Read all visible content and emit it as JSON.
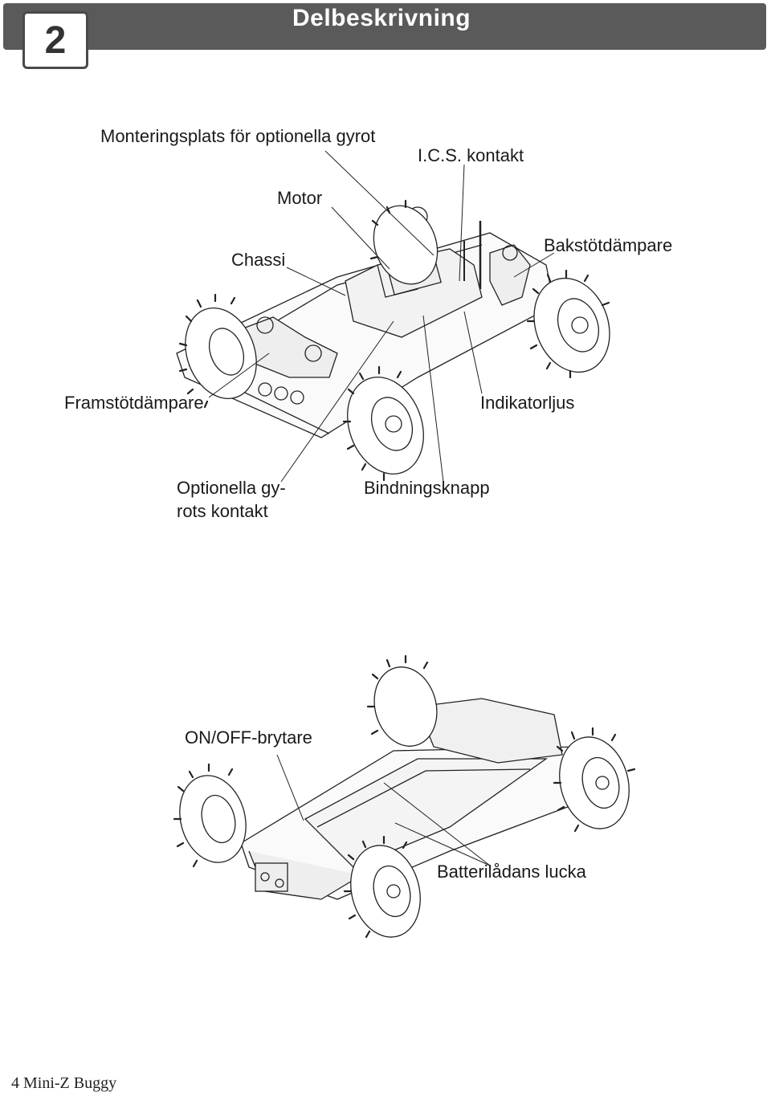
{
  "header": {
    "section_number": "2",
    "title": "Delbeskrivning"
  },
  "top_figure_labels": {
    "gyro_mount": "Monteringsplats för optionella gyrot",
    "ics_connector": "I.C.S. kontakt",
    "motor": "Motor",
    "chassis": "Chassi",
    "rear_damper": "Bakstötdämpare",
    "front_damper": "Framstötdämpare",
    "indicator": "Indikatorljus",
    "gyro_connector_line1": "Optionella gy-",
    "gyro_connector_line2": "rots kontakt",
    "bind_button": "Bindningsknapp"
  },
  "bottom_figure_labels": {
    "power_switch": "ON/OFF-brytare",
    "battery_cover": "Batterilådans lucka"
  },
  "footer": {
    "page_label": "4 Mini-Z Buggy"
  }
}
